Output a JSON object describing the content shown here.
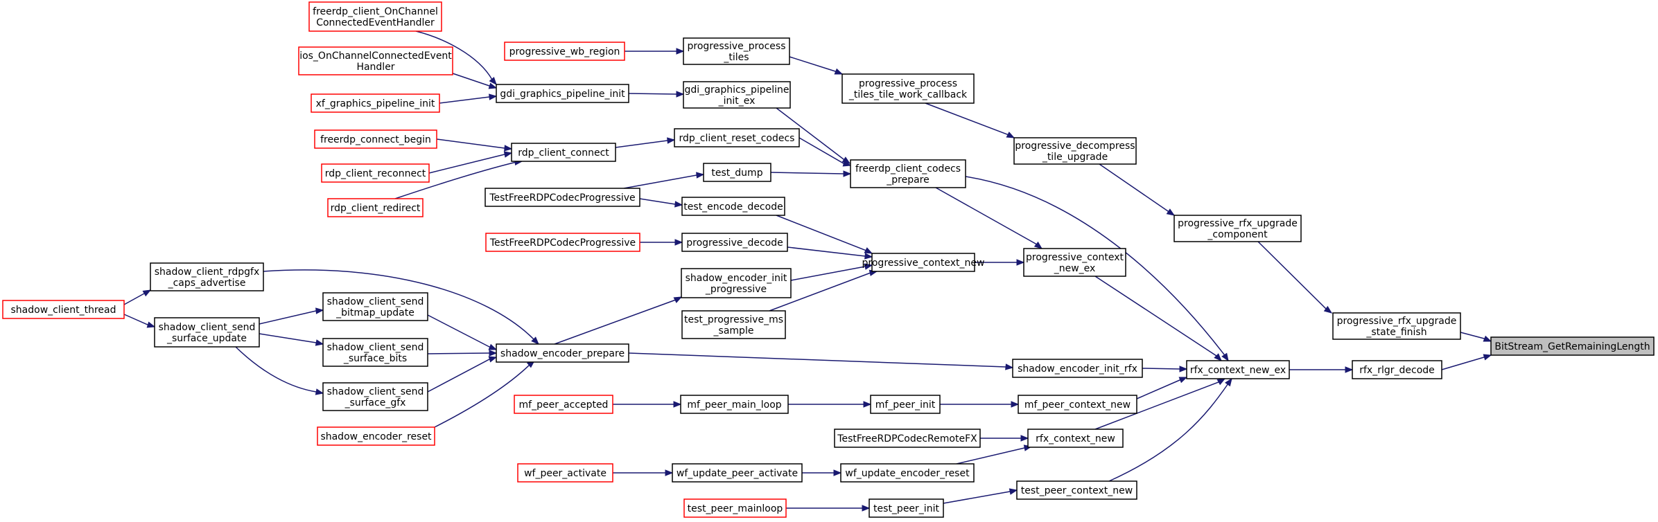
{
  "graph": {
    "edge_color": "#191970",
    "highlight_color": "#bfbfbf",
    "missing_doc_border_color": "#ff0000",
    "nodes": {
      "root": {
        "lines": [
          "BitStream_GetRemainingLength"
        ],
        "style": "root"
      },
      "n_state_finish": {
        "lines": [
          "progressive_rfx_upgrade",
          "_state_finish"
        ],
        "style": "normal"
      },
      "n_rlgr_decode": {
        "lines": [
          "rfx_rlgr_decode"
        ],
        "style": "normal"
      },
      "n_upgrade_component": {
        "lines": [
          "progressive_rfx_upgrade",
          "_component"
        ],
        "style": "normal"
      },
      "n_rfx_ctx_new_ex": {
        "lines": [
          "rfx_context_new_ex"
        ],
        "style": "normal"
      },
      "n_decompress_tile": {
        "lines": [
          "progressive_decompress",
          "_tile_upgrade"
        ],
        "style": "normal"
      },
      "n_prog_ctx_new_ex": {
        "lines": [
          "progressive_context",
          "_new_ex"
        ],
        "style": "normal"
      },
      "n_codecs_prepare": {
        "lines": [
          "freerdp_client_codecs",
          "_prepare"
        ],
        "style": "normal"
      },
      "n_shadow_init_rfx": {
        "lines": [
          "shadow_encoder_init_rfx"
        ],
        "style": "normal"
      },
      "n_mf_peer_ctx_new": {
        "lines": [
          "mf_peer_context_new"
        ],
        "style": "normal"
      },
      "n_rfx_ctx_new": {
        "lines": [
          "rfx_context_new"
        ],
        "style": "normal"
      },
      "n_test_peer_ctx_new": {
        "lines": [
          "test_peer_context_new"
        ],
        "style": "normal"
      },
      "n_tile_work_cb": {
        "lines": [
          "progressive_process",
          "_tiles_tile_work_callback"
        ],
        "style": "normal"
      },
      "n_prog_ctx_new": {
        "lines": [
          "progressive_context_new"
        ],
        "style": "normal"
      },
      "n_process_tiles": {
        "lines": [
          "progressive_process",
          "_tiles"
        ],
        "style": "normal"
      },
      "n_wb_region": {
        "lines": [
          "progressive_wb_region"
        ],
        "style": "red"
      },
      "n_gdi_init_ex": {
        "lines": [
          "gdi_graphics_pipeline",
          "_init_ex"
        ],
        "style": "normal"
      },
      "n_gdi_init": {
        "lines": [
          "gdi_graphics_pipeline_init"
        ],
        "style": "normal"
      },
      "n_onchannel": {
        "lines": [
          "freerdp_client_OnChannel",
          "ConnectedEventHandler"
        ],
        "style": "red"
      },
      "n_ios_onchannel": {
        "lines": [
          "ios_OnChannelConnectedEvent",
          "Handler"
        ],
        "style": "red"
      },
      "n_xf_init": {
        "lines": [
          "xf_graphics_pipeline_init"
        ],
        "style": "red"
      },
      "n_reset_codecs": {
        "lines": [
          "rdp_client_reset_codecs"
        ],
        "style": "normal"
      },
      "n_client_connect": {
        "lines": [
          "rdp_client_connect"
        ],
        "style": "normal"
      },
      "n_connect_begin": {
        "lines": [
          "freerdp_connect_begin"
        ],
        "style": "red"
      },
      "n_reconnect": {
        "lines": [
          "rdp_client_reconnect"
        ],
        "style": "red"
      },
      "n_redirect": {
        "lines": [
          "rdp_client_redirect"
        ],
        "style": "red"
      },
      "n_test_dump": {
        "lines": [
          "test_dump"
        ],
        "style": "normal"
      },
      "n_tf_prog_1": {
        "lines": [
          "TestFreeRDPCodecProgressive"
        ],
        "style": "normal"
      },
      "n_enc_dec": {
        "lines": [
          "test_encode_decode"
        ],
        "style": "normal"
      },
      "n_prog_decode": {
        "lines": [
          "progressive_decode"
        ],
        "style": "normal"
      },
      "n_tf_prog_2": {
        "lines": [
          "TestFreeRDPCodecProgressive"
        ],
        "style": "red"
      },
      "n_shadow_init_prog": {
        "lines": [
          "shadow_encoder_init",
          "_progressive"
        ],
        "style": "normal"
      },
      "n_ms_sample": {
        "lines": [
          "test_progressive_ms",
          "_sample"
        ],
        "style": "normal"
      },
      "n_shadow_prepare": {
        "lines": [
          "shadow_encoder_prepare"
        ],
        "style": "normal"
      },
      "n_rdpgfx_caps": {
        "lines": [
          "shadow_client_rdpgfx",
          "_caps_advertise"
        ],
        "style": "normal"
      },
      "n_send_bitmap": {
        "lines": [
          "shadow_client_send",
          "_bitmap_update"
        ],
        "style": "normal"
      },
      "n_send_bits": {
        "lines": [
          "shadow_client_send",
          "_surface_bits"
        ],
        "style": "normal"
      },
      "n_send_gfx": {
        "lines": [
          "shadow_client_send",
          "_surface_gfx"
        ],
        "style": "normal"
      },
      "n_shadow_reset": {
        "lines": [
          "shadow_encoder_reset"
        ],
        "style": "red"
      },
      "n_send_surface_update": {
        "lines": [
          "shadow_client_send",
          "_surface_update"
        ],
        "style": "normal"
      },
      "n_client_thread": {
        "lines": [
          "shadow_client_thread"
        ],
        "style": "red"
      },
      "n_mf_peer_init": {
        "lines": [
          "mf_peer_init"
        ],
        "style": "normal"
      },
      "n_mf_main_loop": {
        "lines": [
          "mf_peer_main_loop"
        ],
        "style": "normal"
      },
      "n_mf_accepted": {
        "lines": [
          "mf_peer_accepted"
        ],
        "style": "red"
      },
      "n_tf_remotefx": {
        "lines": [
          "TestFreeRDPCodecRemoteFX"
        ],
        "style": "normal"
      },
      "n_wf_enc_reset": {
        "lines": [
          "wf_update_encoder_reset"
        ],
        "style": "normal"
      },
      "n_wf_activate_upd": {
        "lines": [
          "wf_update_peer_activate"
        ],
        "style": "normal"
      },
      "n_wf_activate": {
        "lines": [
          "wf_peer_activate"
        ],
        "style": "red"
      },
      "n_test_peer_init": {
        "lines": [
          "test_peer_init"
        ],
        "style": "normal"
      },
      "n_test_mainloop": {
        "lines": [
          "test_peer_mainloop"
        ],
        "style": "red"
      }
    }
  }
}
